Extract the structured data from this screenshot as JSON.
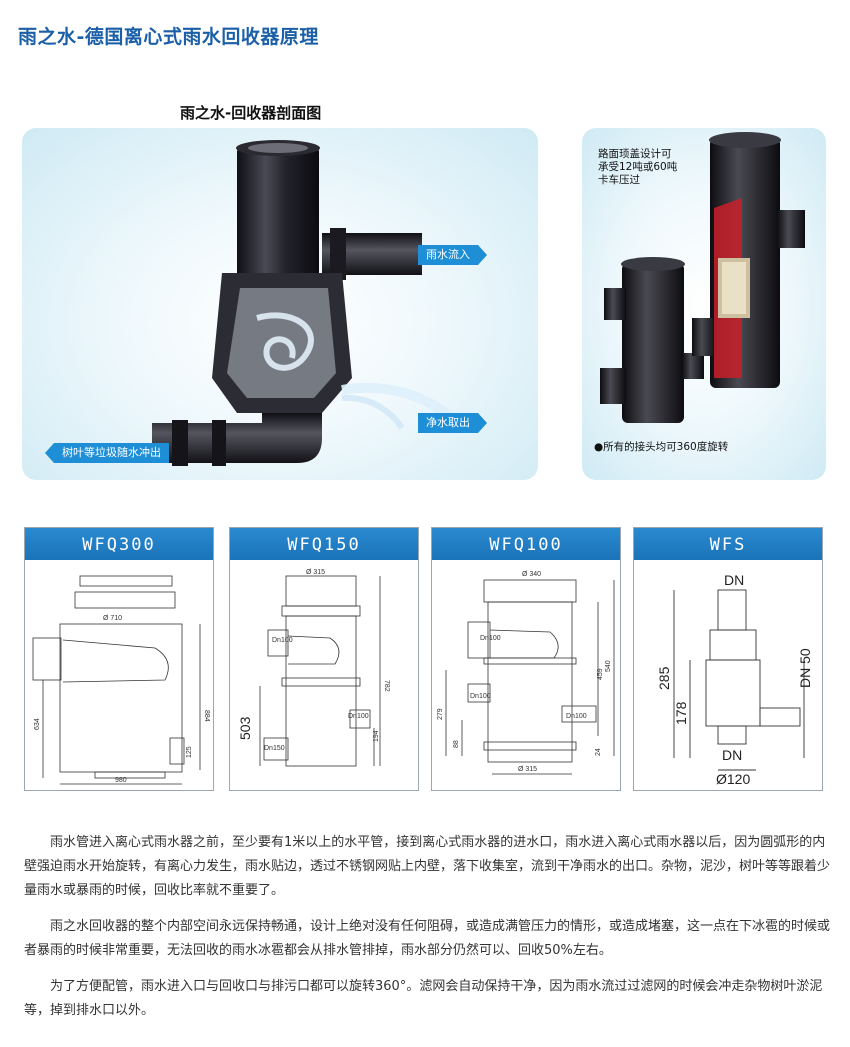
{
  "header": {
    "title": "雨之水-德国离心式雨水回收器原理"
  },
  "section": {
    "title": "雨之水-回收器剖面图"
  },
  "cutaway": {
    "inflow_label": "雨水流入",
    "clean_out_label": "净水取出",
    "debris_label": "树叶等垃圾随水冲出"
  },
  "product_photo": {
    "cover_note": [
      "路面顼盖设计可",
      "承受12吨或60吨",
      "卡车压过"
    ],
    "joint_note": "●所有的接头均可360度旋转"
  },
  "models": [
    {
      "name": "WFQ300",
      "dims": {
        "d_top": "Ø 710",
        "h_total": "884",
        "h_body": "634",
        "h_outlet": "125",
        "width": "980"
      }
    },
    {
      "name": "WFQ150",
      "dims": {
        "d_top": "Ø 315",
        "inlet": "Dn100",
        "h_total": "782",
        "h_lower": "503",
        "outlet_clean": "Dn100",
        "outlet_waste": "Dn150",
        "h_base": "194"
      }
    },
    {
      "name": "WFQ100",
      "dims": {
        "d_top": "Ø 340",
        "inlet": "Dn100",
        "h_total": "540",
        "h_mid": "459",
        "h_side": "279",
        "h_low": "88",
        "outlet_a": "Dn100",
        "outlet_b": "Dn100",
        "h_base": "24",
        "d_bottom": "Ø 315"
      }
    },
    {
      "name": "WFS",
      "dims": {
        "dn_top": "DN",
        "h_total": "285",
        "h_mid": "178",
        "dn_side": "DN 50",
        "dn_bottom": "DN",
        "d_bottom": "Ø120"
      }
    }
  ],
  "paragraphs": [
    "雨水管进入离心式雨水器之前，至少要有1米以上的水平管，接到离心式雨水器的进水口，雨水进入离心式雨水器以后，因为圆弧形的内壁强迫雨水开始旋转，有离心力发生，雨水贴边，透过不锈钢网贴上内壁，落下收集室，流到干净雨水的出口。杂物，泥沙，树叶等等跟着少量雨水或暴雨的时候，回收比率就不重要了。",
    "雨之水回收器的整个内部空间永远保持畅通，设计上绝对没有任何阻碍，或造成满管压力的情形，或造成堵塞，这一点在下冰雹的时候或者暴雨的时候非常重要，无法回收的雨水冰雹都会从排水管排掉，雨水部分仍然可以、回收50%左右。",
    "为了方便配管，雨水进入口与回收口与排污口都可以旋转360°。滤网会自动保持干净，因为雨水流过过滤网的时候会冲走杂物树叶淤泥等，掉到排水口以外。"
  ],
  "colors": {
    "brand": "#1a5fa8",
    "callout": "#1e8fd6",
    "card_header": "#1b73b9",
    "pipe": "#1c1c22"
  }
}
